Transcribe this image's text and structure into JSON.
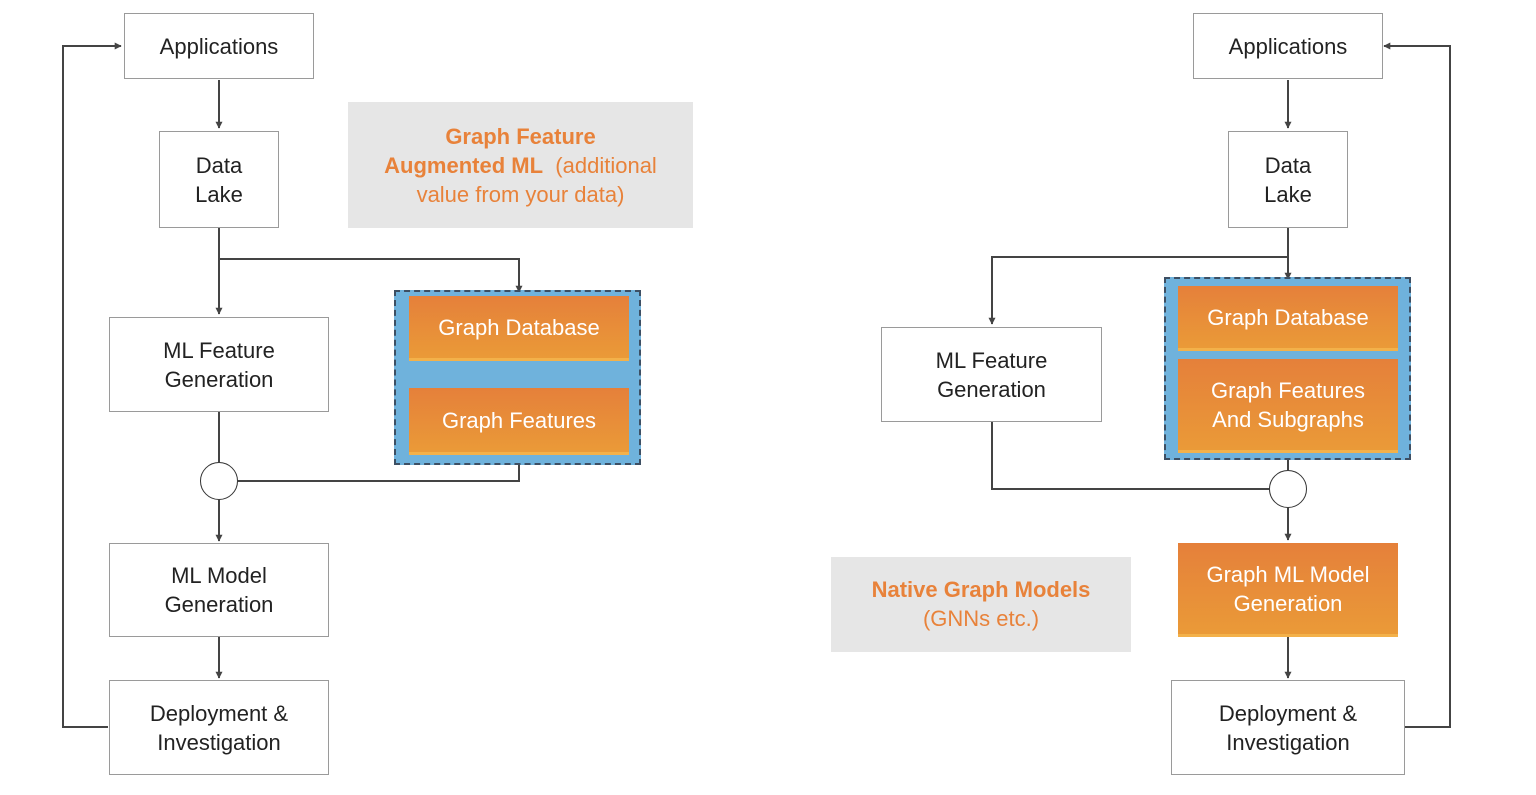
{
  "left": {
    "applications": "Applications",
    "data_lake": "Data\nLake",
    "ml_feature": "ML Feature\nGeneration",
    "graph_database": "Graph Database",
    "graph_features": "Graph Features",
    "ml_model": "ML Model\nGeneration",
    "deployment": "Deployment &\nInvestigation",
    "note_bold_1": "Graph Feature",
    "note_bold_2": "Augmented ML",
    "note_plain_1": "(additional",
    "note_plain_2": "value from your data)"
  },
  "right": {
    "applications": "Applications",
    "data_lake": "Data\nLake",
    "ml_feature": "ML Feature\nGeneration",
    "graph_database": "Graph Database",
    "graph_features": "Graph Features\nAnd Subgraphs",
    "graph_ml_model": "Graph ML Model\nGeneration",
    "deployment": "Deployment &\nInvestigation",
    "note_bold": "Native Graph Models",
    "note_plain": "(GNNs etc.)"
  },
  "colors": {
    "orange": "#e8823a",
    "blue_group": "#6fb2dc",
    "note_bg": "#e6e6e6",
    "line": "#444444"
  }
}
